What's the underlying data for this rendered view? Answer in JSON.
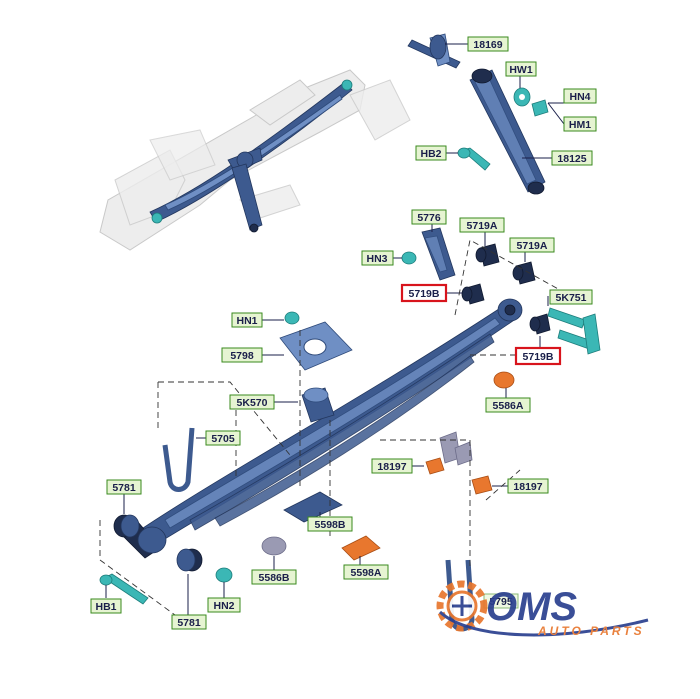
{
  "labels": {
    "l18169": "18169",
    "lHW1": "HW1",
    "lHN4": "HN4",
    "lHM1": "HM1",
    "lHB2": "HB2",
    "l18125": "18125",
    "l5776": "5776",
    "l5719A_1": "5719A",
    "l5719A_2": "5719A",
    "lHN3": "HN3",
    "l5719B_1": "5719B",
    "l5K751": "5K751",
    "l5719B_2": "5719B",
    "lHN1": "HN1",
    "l5798": "5798",
    "l5586A": "5586A",
    "l5K570": "5K570",
    "l5705": "5705",
    "l18197_1": "18197",
    "l18197_2": "18197",
    "l5781_1": "5781",
    "l5598B": "5598B",
    "l5598A": "5598A",
    "l5586B": "5586B",
    "lHB1": "HB1",
    "lHN2": "HN2",
    "l5781_2": "5781",
    "l5795": "5795"
  },
  "watermark": {
    "brand": "OMS",
    "tagline": "AUTO PARTS"
  },
  "colors": {
    "label_fill": "#e6f4d2",
    "label_border": "#3a8a1e",
    "highlight_border": "#d8141c",
    "part_blue": "#3d5a8f",
    "part_teal": "#3bb7b5",
    "part_orange": "#e8772e",
    "brand_blue": "#2a3f8f",
    "brand_orange": "#e8772e"
  }
}
